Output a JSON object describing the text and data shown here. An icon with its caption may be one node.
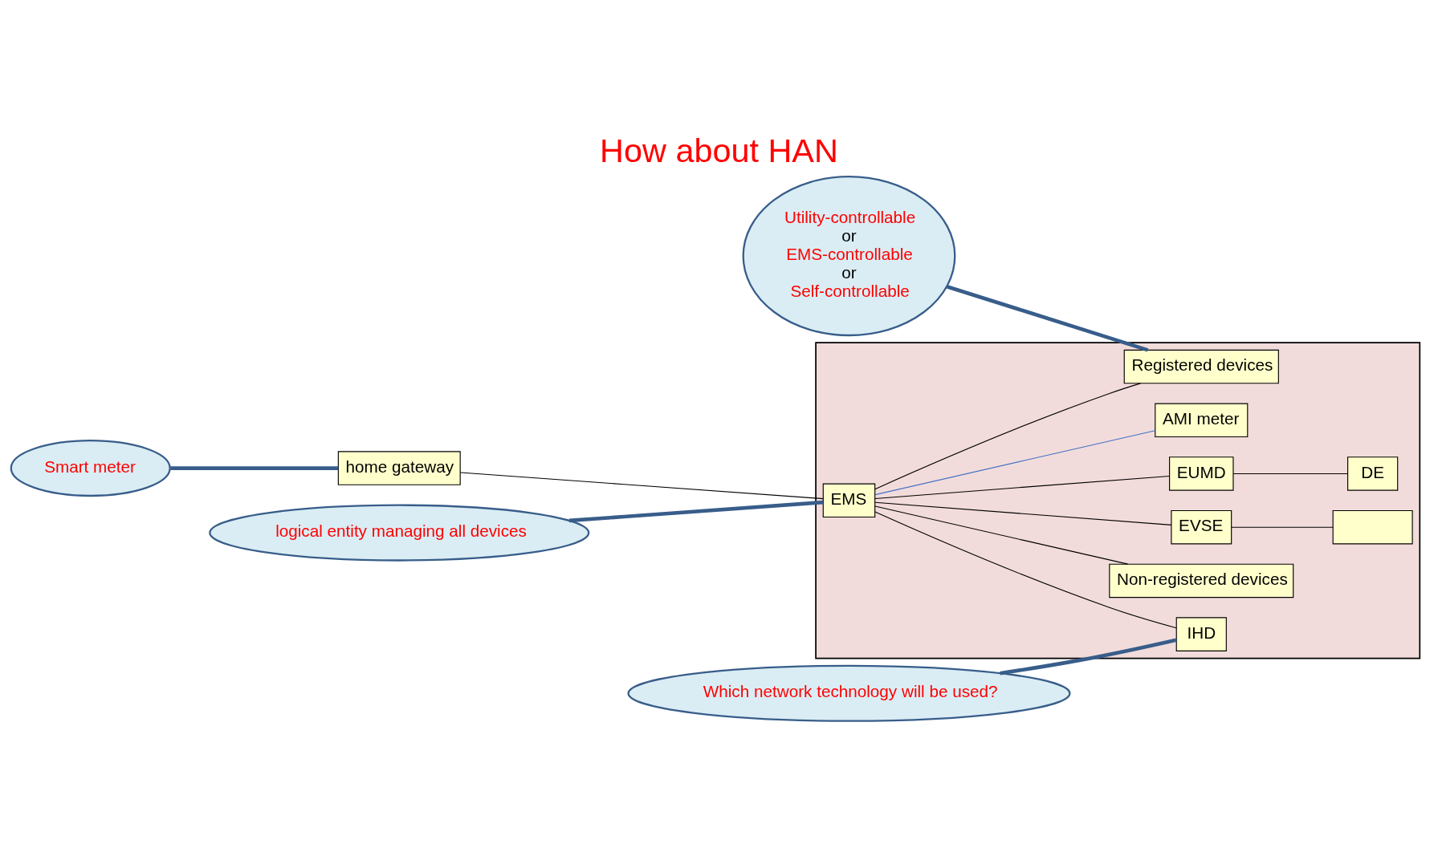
{
  "diagram": {
    "title": "How about HAN",
    "nodes": [
      {
        "text": [],
        "shape": "house"
      },
      {
        "text": [
          "home gateway"
        ]
      },
      {
        "text": [
          "EMS"
        ],
        "in": 0
      },
      {
        "text": [
          "AMI meter"
        ],
        "in": 0
      },
      {
        "text": [
          "Registered devices"
        ],
        "in": 0
      },
      {
        "text": [
          "Non-registered devices"
        ],
        "in": 0
      },
      {
        "text": [
          "IHD"
        ],
        "in": 0
      },
      {
        "text": [
          "EVSE"
        ],
        "in": 0
      },
      {
        "text": [],
        "shape": "box",
        "in": 0
      },
      {
        "text": [
          "EUMD"
        ],
        "in": 0
      },
      {
        "text": [
          "DE"
        ],
        "in": 0
      },
      {
        "text": [
          "logical entity managing all devices"
        ]
      },
      {
        "text": [
          "Smart meter"
        ]
      },
      {
        "text": [
          "Utility-controllable",
          "or",
          "EMS-controllable",
          "or",
          "Self-controllable"
        ]
      },
      {
        "text": [
          "Which network technology will be used?"
        ]
      }
    ],
    "edges": [
      {
        "from": 1,
        "to": 2,
        "arrow": "none"
      },
      {
        "from": 2,
        "to": 3,
        "arrow": "none",
        "color": "#4472c4"
      },
      {
        "from": 2,
        "to": 4,
        "arrow": "none"
      },
      {
        "from": 2,
        "to": 5,
        "arrow": "none"
      },
      {
        "from": 2,
        "to": 6,
        "arrow": "none"
      },
      {
        "from": 2,
        "to": 7,
        "arrow": "none"
      },
      {
        "from": 2,
        "to": 9,
        "arrow": "none"
      },
      {
        "from": 7,
        "to": 8,
        "arrow": "none"
      },
      {
        "from": 9,
        "to": 10,
        "arrow": "none"
      },
      {
        "from": 11,
        "to": 2,
        "arrow": "none",
        "style": "thick",
        "color": "#385d8a"
      },
      {
        "from": 12,
        "to": 1,
        "arrow": "none",
        "style": "thick",
        "color": "#385d8a"
      },
      {
        "from": 13,
        "to": 4,
        "arrow": "none",
        "style": "thick",
        "color": "#385d8a"
      },
      {
        "from": 14,
        "to": 6,
        "arrow": "none",
        "style": "thick",
        "color": "#385d8a"
      }
    ]
  }
}
